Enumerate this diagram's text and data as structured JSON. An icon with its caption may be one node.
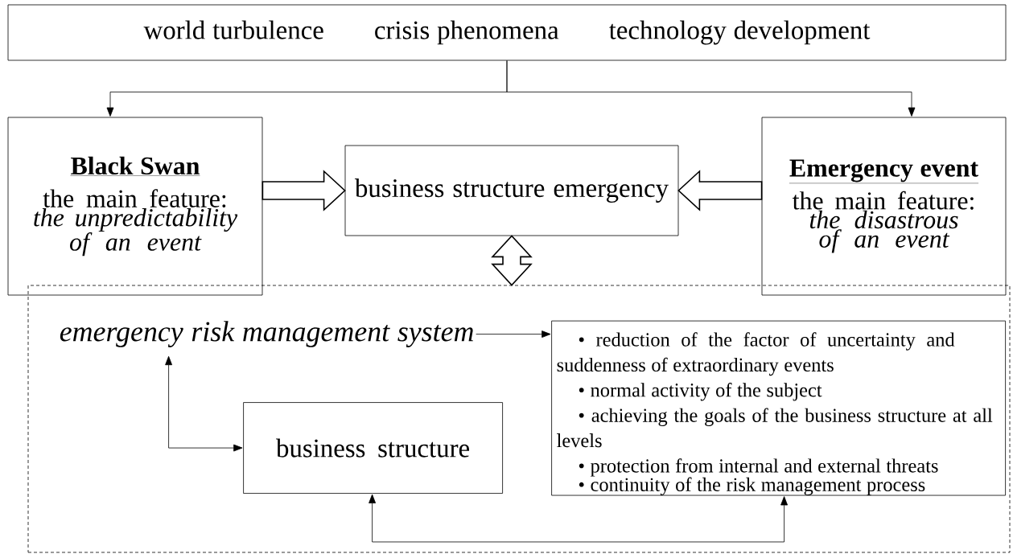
{
  "diagram": {
    "nodes": [
      {
        "text": [
          "world turbulence",
          "crisis phenomena",
          "technology development"
        ]
      },
      {
        "text": [
          "Black Swan",
          "the main feature:",
          "the unpredictability of an event"
        ]
      },
      {
        "text": [
          "business structure emergency"
        ]
      },
      {
        "text": [
          "Emergency event",
          "the main feature:",
          "the disastrous of an event"
        ]
      },
      {
        "text": [],
        "shape": "box"
      },
      {
        "text": [
          "emergency risk management system"
        ],
        "in": 4
      },
      {
        "text": [
          "business structure"
        ],
        "in": 4
      },
      {
        "text": [
          "• reduction of the factor of uncertainty and suddenness of extraordinary events",
          "• normal activity of the subject",
          "• achieving the goals of the business structure at all levels",
          "• protection from internal and external threats",
          "• continuity of the risk management process"
        ],
        "in": 4
      }
    ],
    "edges": [
      {
        "from": 0,
        "to": 1,
        "arrow": "to"
      },
      {
        "from": 0,
        "to": 3,
        "arrow": "to"
      },
      {
        "from": 1,
        "to": 2,
        "arrow": "to",
        "style": "thick"
      },
      {
        "from": 3,
        "to": 2,
        "arrow": "to",
        "style": "thick"
      },
      {
        "from": 2,
        "to": 4,
        "arrow": "both",
        "style": "thick"
      },
      {
        "from": 5,
        "to": 7,
        "arrow": "to"
      },
      {
        "from": 5,
        "to": 6,
        "arrow": "both"
      },
      {
        "from": 6,
        "to": 7,
        "arrow": "both"
      }
    ]
  }
}
